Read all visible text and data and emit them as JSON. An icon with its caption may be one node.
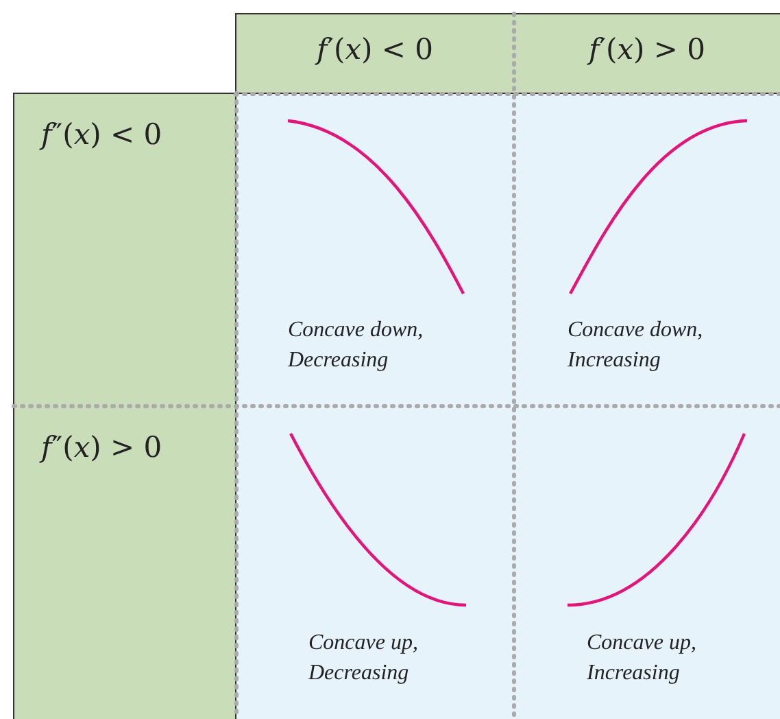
{
  "diagram": {
    "labels": [
      "*f*′(*x*) < 0",
      "*f*′(*x*) > 0",
      "*f*″(*x*) < 0",
      "Concave down, Decreasing",
      "Concave down, Increasing",
      "*f*″(*x*) > 0",
      "Concave up, Decreasing",
      "Concave up, Increasing"
    ]
  }
}
